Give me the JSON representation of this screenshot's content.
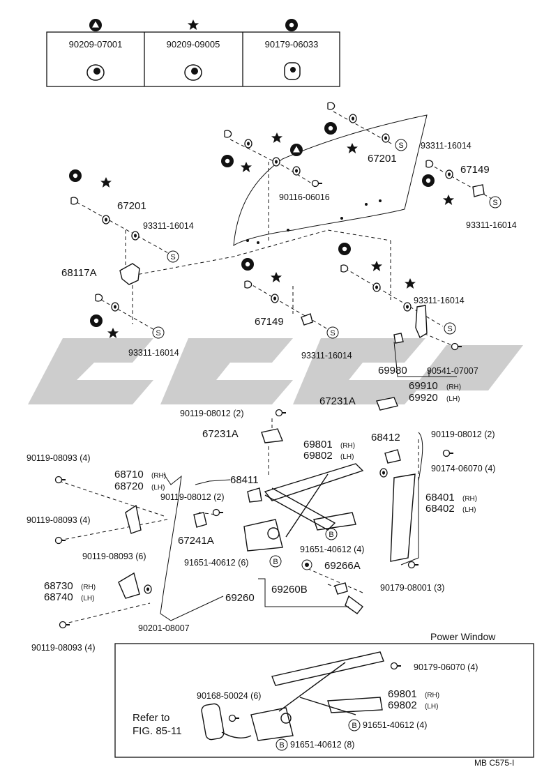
{
  "legend": [
    {
      "symbol": "triangle-in-circle",
      "part": "90209-07001"
    },
    {
      "symbol": "star",
      "part": "90209-09005"
    },
    {
      "symbol": "dot-in-circle",
      "part": "90179-06033"
    }
  ],
  "labels": {
    "l_93311_a": "93311-16014",
    "l_67201_a": "67201",
    "l_67149_a": "67149",
    "l_93311_b": "93311-16014",
    "l_90116": "90116-06016",
    "l_67201_b": "67201",
    "l_93311_c": "93311-16014",
    "l_68117a": "68117A",
    "l_93311_d": "93311-16014",
    "l_67149_b": "67149",
    "l_93311_e": "93311-16014",
    "l_93311_f": "93311-16014",
    "l_69980": "69980",
    "l_90541": "90541-07007",
    "l_69910": "69910",
    "l_69920": "69920",
    "l_67231a_a": "67231A",
    "l_90119_08012_a": "90119-08012 (2)",
    "l_67231a_b": "67231A",
    "l_69801_a": "69801",
    "l_69802_a": "69802",
    "l_68412": "68412",
    "l_90119_08012_b": "90119-08012 (2)",
    "l_90174": "90174-06070 (4)",
    "l_90119_08093_a": "90119-08093 (4)",
    "l_68710": "68710",
    "l_68720": "68720",
    "l_68411": "68411",
    "l_90119_08012_c": "90119-08012 (2)",
    "l_68401": "68401",
    "l_68402": "68402",
    "l_90119_08093_b": "90119-08093 (4)",
    "l_67241a": "67241A",
    "l_91651_a": "91651-40612 (4)",
    "l_90119_08093_c": "90119-08093 (6)",
    "l_91651_b": "91651-40612 (6)",
    "l_69266a": "69266A",
    "l_68730": "68730",
    "l_68740": "68740",
    "l_90179_08001": "90179-08001 (3)",
    "l_69260b": "69260B",
    "l_69260": "69260",
    "l_90201": "90201-08007",
    "l_90119_08093_d": "90119-08093 (4)",
    "l_power_window": "Power Window",
    "l_90179_06070": "90179-06070 (4)",
    "l_90168": "90168-50024 (6)",
    "l_69801_b": "69801",
    "l_69802_b": "69802",
    "l_refer_1": "Refer to",
    "l_refer_2": "FIG. 85-11",
    "l_91651_c": "91651-40612 (4)",
    "l_91651_d": "91651-40612 (8)",
    "l_code": "MB  C575-I"
  },
  "side": {
    "rh": "(RH)",
    "lh": "(LH)"
  },
  "callout": {
    "s": "S",
    "b": "B"
  }
}
